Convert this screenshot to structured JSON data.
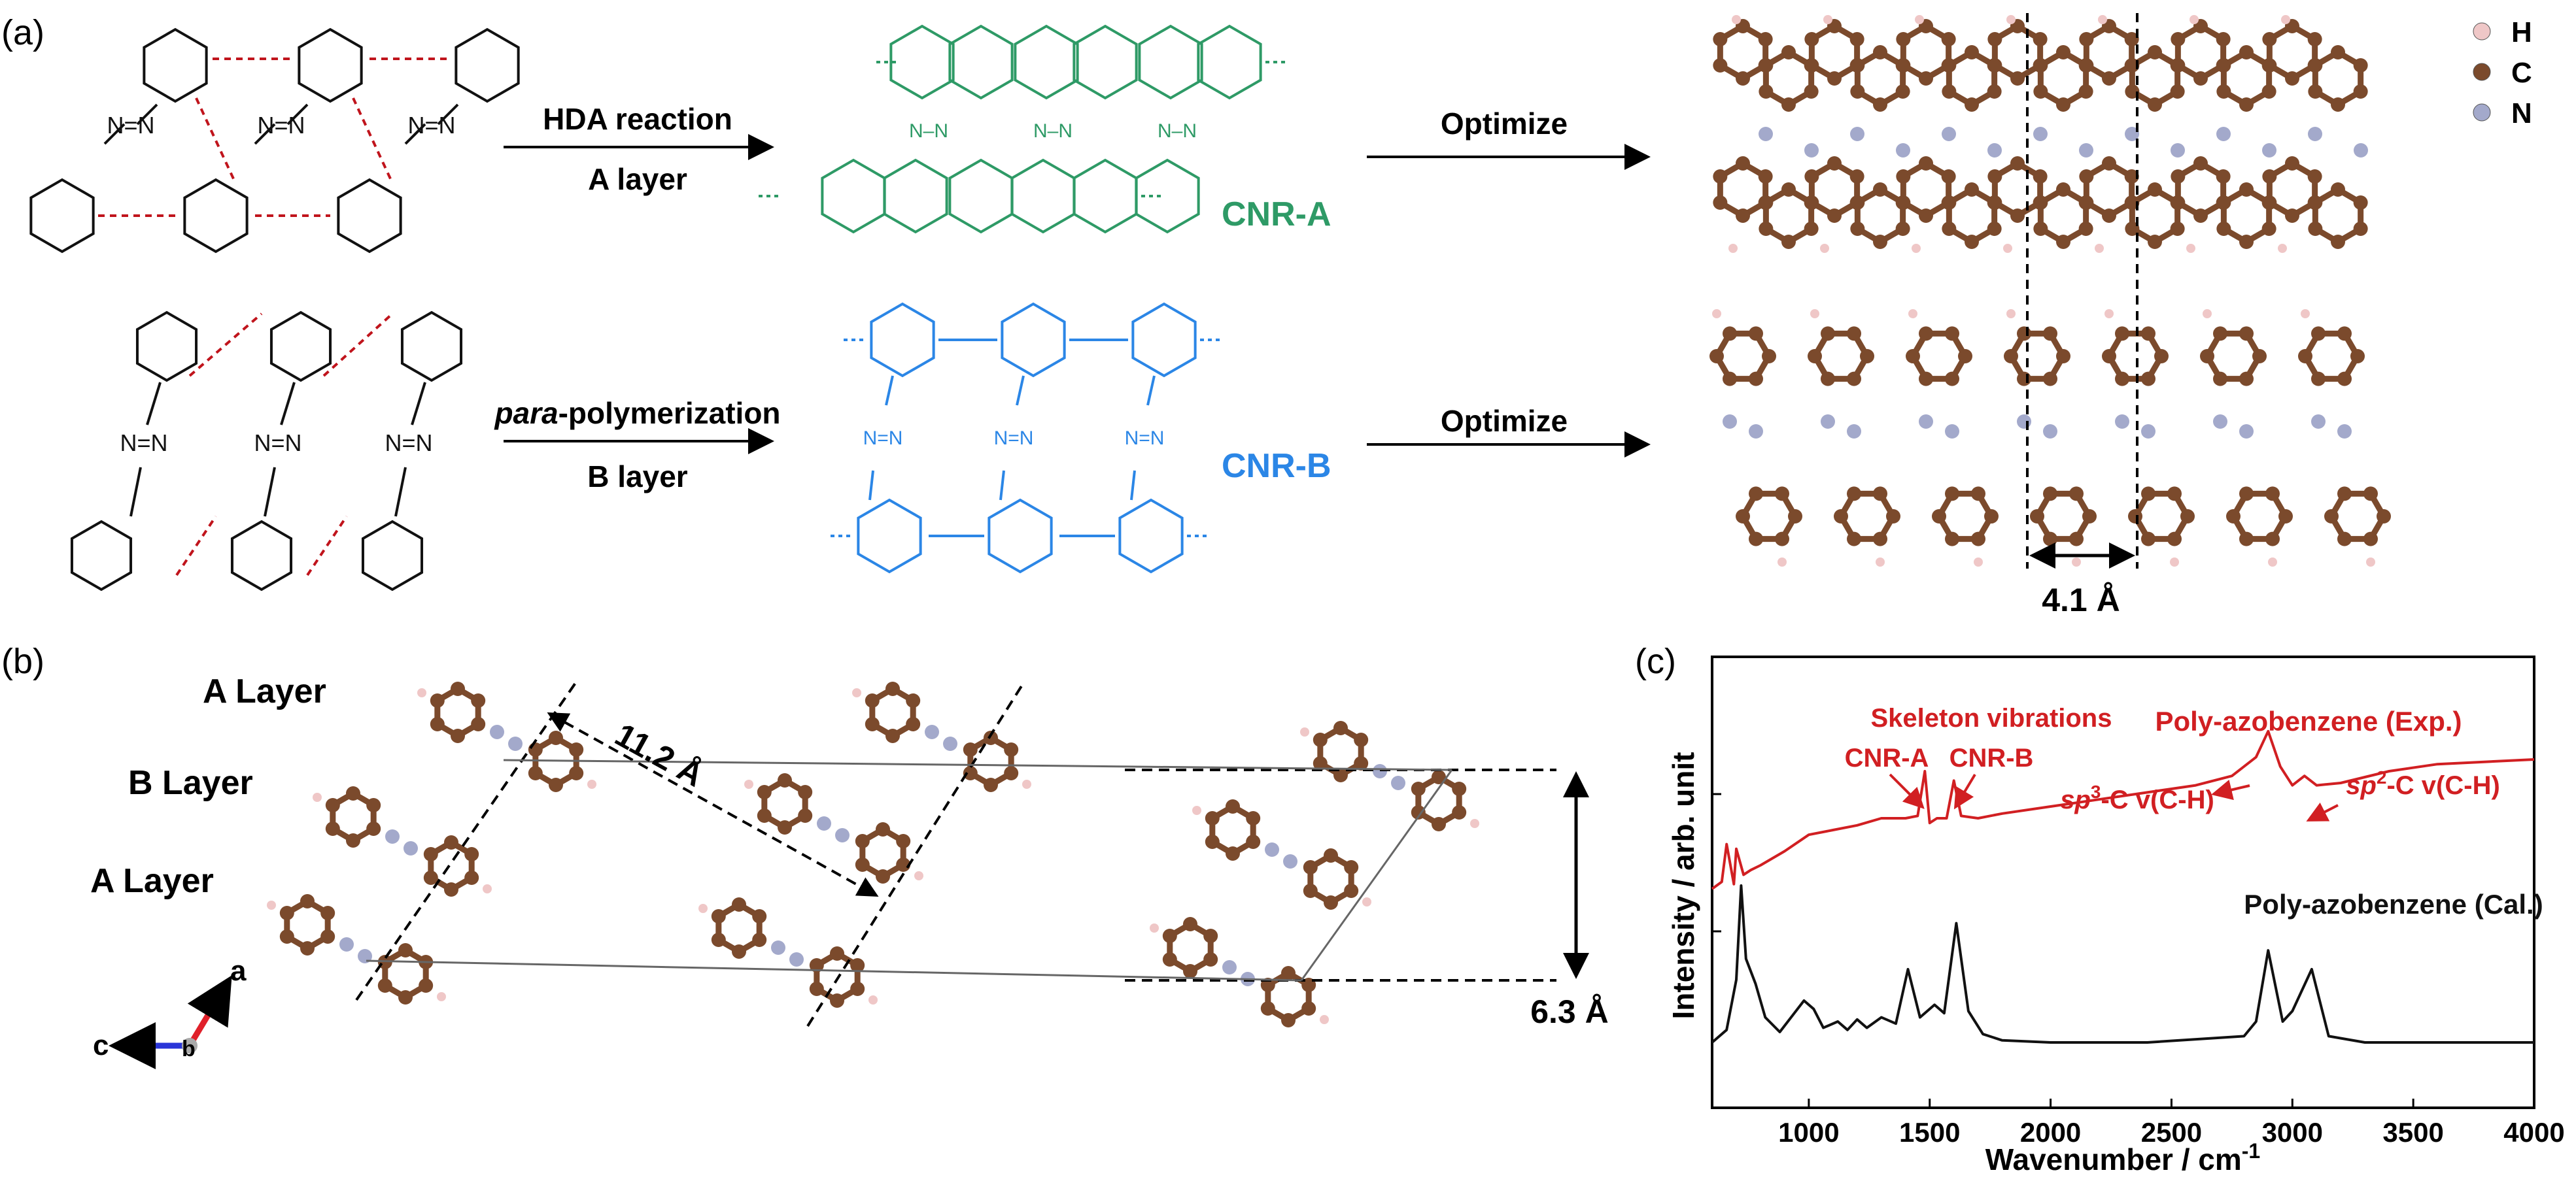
{
  "panels": {
    "a": "(a)",
    "b": "(b)",
    "c": "(c)"
  },
  "panel_a": {
    "arrow1_top": "HDA reaction",
    "arrow1_bottom": "A layer",
    "arrow2_italic": "para",
    "arrow2_rest": "-polymerization",
    "arrow2_bottom": "B layer",
    "optimize": "Optimize",
    "cnr_a": "CNR-A",
    "cnr_b": "CNR-B",
    "cnr_a_color": "#2e9a66",
    "cnr_b_color": "#2b86e6",
    "bond_dash_color": "#c0141c",
    "atom_N": "N",
    "dist": "4.1 Å",
    "legend": [
      {
        "label": "H",
        "color": "#efc7c7"
      },
      {
        "label": "C",
        "color": "#7b4a2c"
      },
      {
        "label": "N",
        "color": "#a3a9cb"
      }
    ]
  },
  "panel_b": {
    "layers": [
      "A Layer",
      "B Layer",
      "A Layer"
    ],
    "dist_long": "11.2 Å",
    "dist_short": "6.3 Å",
    "axis_a": "a",
    "axis_c": "c",
    "axis_b": "b"
  },
  "chart_data": {
    "type": "line",
    "xlabel": "Wavenumber / cm",
    "xlabel_sup": "-1",
    "ylabel": "Intensity / arb. unit",
    "xlim": [
      600,
      4000
    ],
    "xticks": [
      "1000",
      "1500",
      "2000",
      "2500",
      "3000",
      "3500",
      "4000"
    ],
    "series": [
      {
        "name": "Poly-azobenzene (Exp.)",
        "color": "#d11f22",
        "x": [
          600,
          640,
          660,
          690,
          700,
          730,
          760,
          800,
          900,
          1000,
          1100,
          1200,
          1300,
          1400,
          1450,
          1480,
          1500,
          1530,
          1570,
          1600,
          1630,
          1700,
          1800,
          2000,
          2200,
          2400,
          2600,
          2750,
          2850,
          2900,
          2950,
          3000,
          3050,
          3100,
          3200,
          3400,
          3600,
          3800,
          4000
        ],
        "y": [
          0.0,
          0.03,
          0.19,
          0.02,
          0.17,
          0.06,
          0.08,
          0.1,
          0.16,
          0.23,
          0.25,
          0.27,
          0.3,
          0.3,
          0.31,
          0.5,
          0.28,
          0.3,
          0.3,
          0.46,
          0.31,
          0.3,
          0.32,
          0.35,
          0.38,
          0.41,
          0.44,
          0.48,
          0.56,
          0.67,
          0.52,
          0.44,
          0.48,
          0.44,
          0.45,
          0.5,
          0.53,
          0.54,
          0.55
        ]
      },
      {
        "name": "Poly-azobenzene (Cal.)",
        "color": "#111111",
        "x": [
          600,
          660,
          700,
          720,
          740,
          780,
          820,
          880,
          940,
          980,
          1020,
          1060,
          1120,
          1160,
          1200,
          1240,
          1300,
          1360,
          1410,
          1460,
          1520,
          1560,
          1610,
          1660,
          1720,
          1800,
          2000,
          2400,
          2800,
          2850,
          2900,
          2960,
          3000,
          3080,
          3150,
          3300,
          3600,
          4000
        ],
        "y": [
          0.0,
          0.06,
          0.3,
          0.75,
          0.4,
          0.28,
          0.12,
          0.05,
          0.14,
          0.2,
          0.16,
          0.07,
          0.1,
          0.06,
          0.11,
          0.07,
          0.12,
          0.09,
          0.35,
          0.12,
          0.18,
          0.14,
          0.57,
          0.15,
          0.04,
          0.01,
          0.0,
          0.0,
          0.03,
          0.1,
          0.44,
          0.1,
          0.15,
          0.35,
          0.03,
          0.0,
          0.0,
          0.0
        ]
      }
    ],
    "annotations": {
      "skeleton": "Skeleton vibrations",
      "cnr_a": "CNR-A",
      "cnr_b": "CNR-B",
      "exp": "Poly-azobenzene (Exp.)",
      "cal": "Poly-azobenzene (Cal.)",
      "sp3_pre": "sp",
      "sp3_sup": "3",
      "sp3_post": "-C v(C-H)",
      "sp2_pre": "sp",
      "sp2_sup": "2",
      "sp2_post": "-C v(C-H)"
    }
  }
}
